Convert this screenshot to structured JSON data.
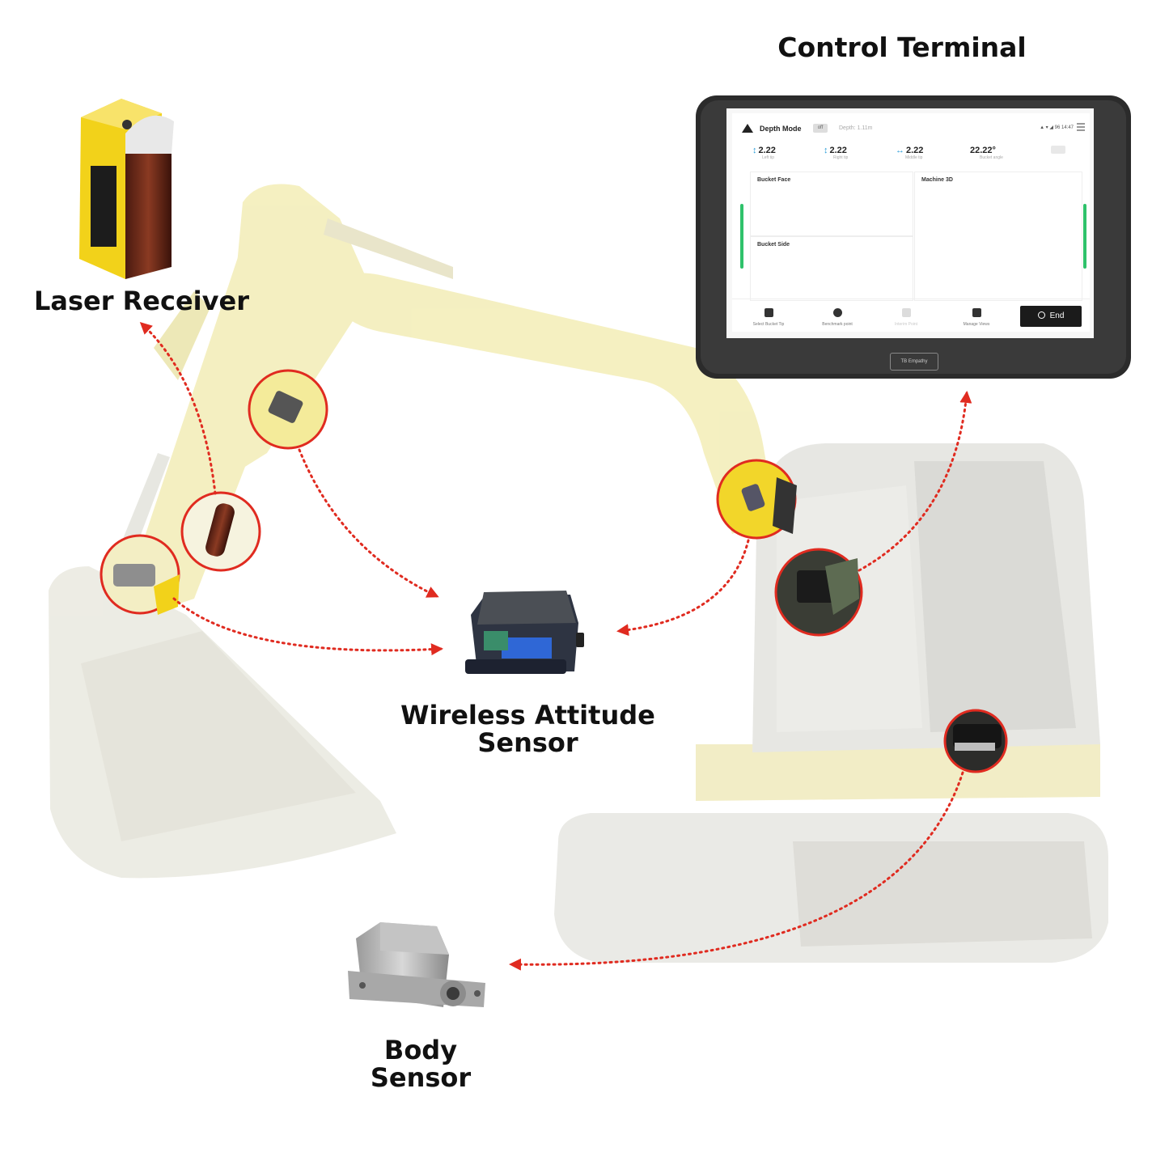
{
  "labels": {
    "control_terminal": "Control Terminal",
    "laser_receiver": "Laser Receiver",
    "wireless_attitude_sensor": [
      "Wireless Attitude",
      "Sensor"
    ],
    "body_sensor": [
      "Body",
      "Sensor"
    ]
  },
  "terminal": {
    "mode": "Depth Mode",
    "mode_badge": "off",
    "depth_hint": "Depth: 1.11m",
    "status": "▲ ▾ ◢ 96 14:47",
    "metrics": [
      {
        "value": "2.22",
        "caption": "Left tip"
      },
      {
        "value": "2.22",
        "caption": "Right tip"
      },
      {
        "value": "2.22",
        "caption": "Middle tip"
      },
      {
        "value": "22.22°",
        "caption": "Bucket angle"
      }
    ],
    "panels": {
      "bucket_face": "Bucket Face",
      "bucket_side": "Bucket Side",
      "machine_3d": "Machine 3D"
    },
    "buttons": [
      "Select Bucket Tip",
      "Benchmark point",
      "Interim Point",
      "Manage Views"
    ],
    "end_button": "End",
    "brand": "TB Empathy"
  },
  "colors": {
    "arrow": "#e02b20",
    "machine_yellow": "#f4efbe",
    "sensor_yellow": "#f2d21a",
    "status_green": "#2fc26b"
  },
  "icons": [
    "excavator-illustration",
    "laser-receiver-device",
    "attitude-sensor-device",
    "body-sensor-device",
    "tablet-terminal"
  ]
}
